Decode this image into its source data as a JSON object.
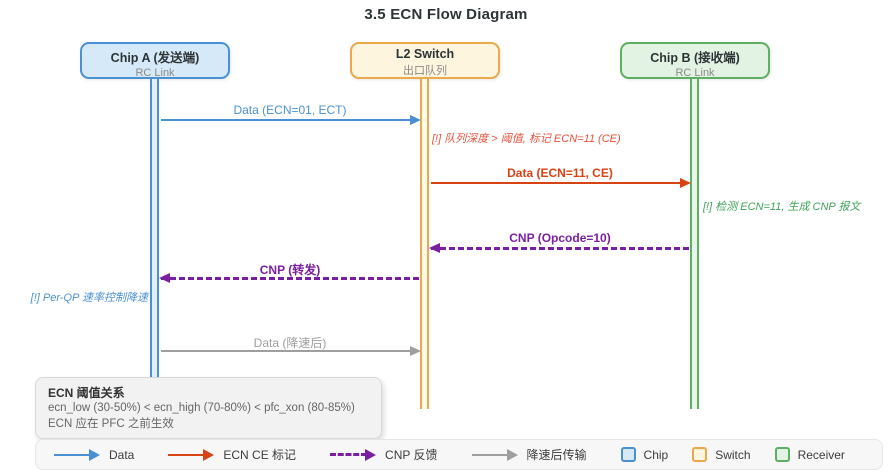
{
  "title": "3.5 ECN Flow Diagram",
  "actors": [
    {
      "title": "Chip A (发送端)",
      "subtitle": "RC Link"
    },
    {
      "title": "L2 Switch",
      "subtitle": "出口队列"
    },
    {
      "title": "Chip B (接收端)",
      "subtitle": "RC Link"
    }
  ],
  "messages": [
    {
      "label": "Data (ECN=01, ECT)",
      "from": "Chip A",
      "to": "L2 Switch",
      "style": "blue-solid"
    },
    {
      "label": "Data (ECN=11, CE)",
      "from": "L2 Switch",
      "to": "Chip B",
      "style": "red-solid"
    },
    {
      "label": "CNP (Opcode=10)",
      "from": "Chip B",
      "to": "L2 Switch",
      "style": "purple-dashed"
    },
    {
      "label": "CNP (转发)",
      "from": "L2 Switch",
      "to": "Chip A",
      "style": "purple-dashed"
    },
    {
      "label": "Data (降速后)",
      "from": "Chip A",
      "to": "L2 Switch",
      "style": "gray-solid"
    }
  ],
  "annotations": [
    {
      "text": "[!] 队列深度 > 阈值, 标记 ECN=11 (CE)",
      "color": "red"
    },
    {
      "text": "[!] 检测 ECN=11, 生成 CNP 报文",
      "color": "green"
    },
    {
      "text": "[!] Per-QP 速率控制降速",
      "color": "blue"
    }
  ],
  "note": {
    "title": "ECN 阈值关系",
    "line1": "ecn_low (30-50%) < ecn_high (70-80%) < pfc_xon (80-85%)",
    "line2": "ECN 应在 PFC 之前生效"
  },
  "legend": {
    "data": "Data",
    "ecn_ce": "ECN CE 标记",
    "cnp": "CNP 反馈",
    "slowed": "降速后传输",
    "chip": "Chip",
    "switch": "Switch",
    "receiver": "Receiver"
  },
  "colors": {
    "blue": "#4a90d2",
    "blue_fill": "#d6e9f8",
    "orange": "#e9a94c",
    "orange_fill": "#fdf5de",
    "green": "#5eae63",
    "green_fill": "#e2f2e3",
    "green_ann": "#3fa35a",
    "red": "#d84315",
    "red_ann": "#e8503a",
    "purple": "#7b1fa2",
    "gray": "#9e9e9e",
    "text_dark": "#2d3436",
    "text_muted": "#8a8a8a",
    "note_bg": "#f2f2f2",
    "note_border": "#d9d9d9",
    "legend_bg": "#f7f7f7",
    "legend_border": "#e6e6e6"
  }
}
